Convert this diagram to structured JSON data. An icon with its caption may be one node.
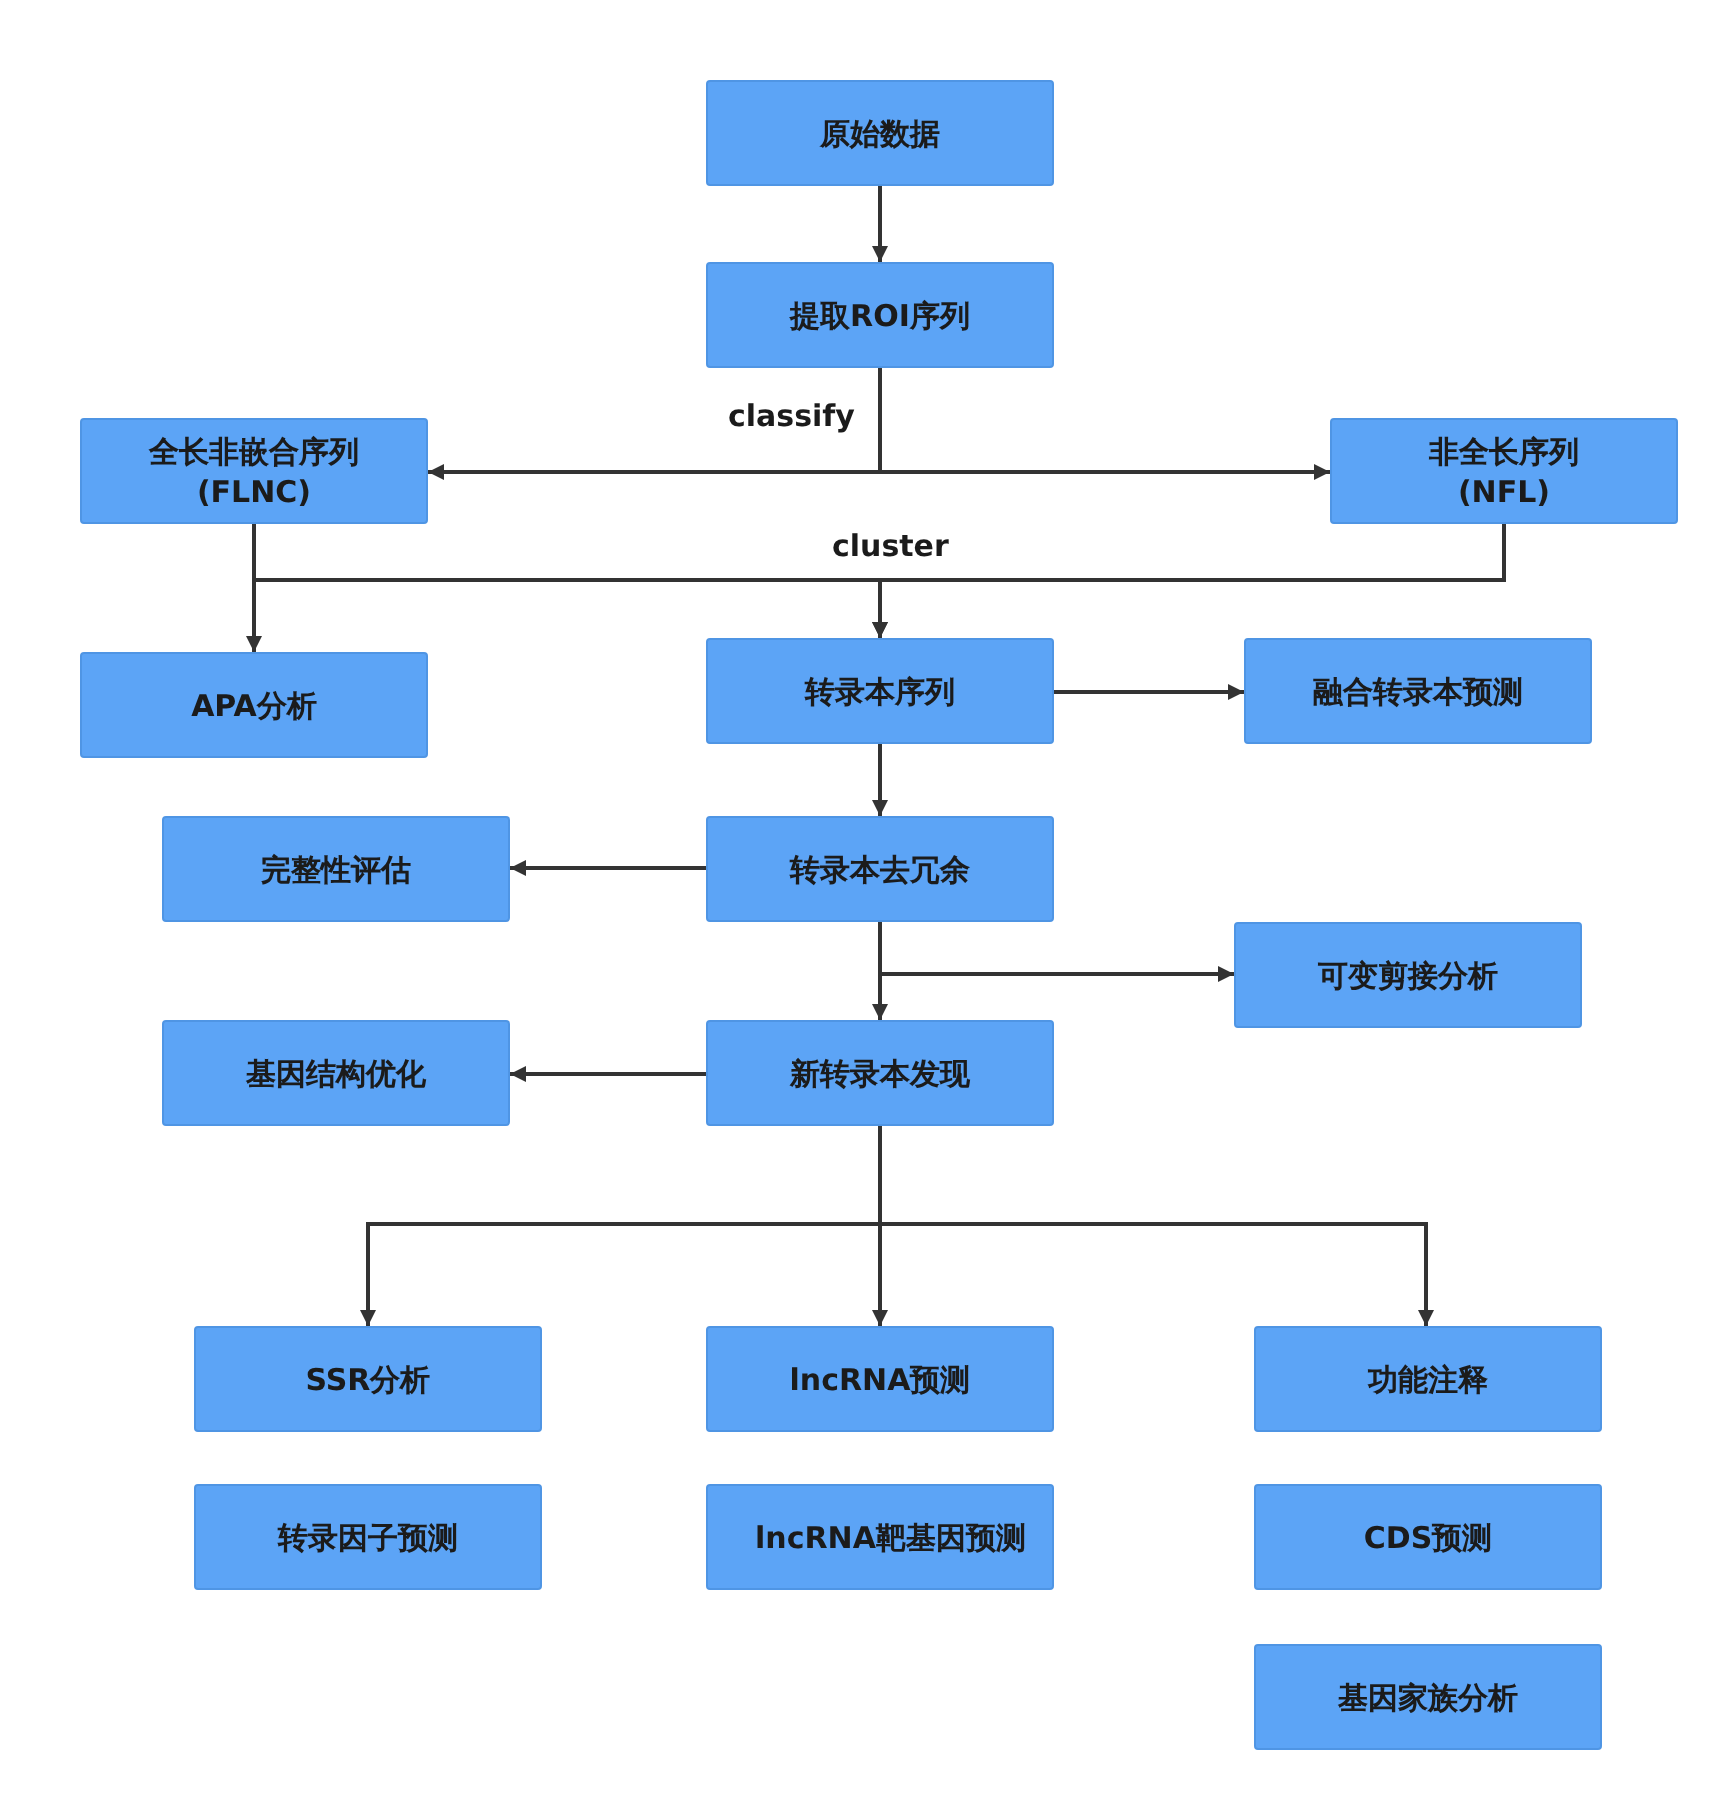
{
  "diagram": {
    "nodes": [
      {
        "text": [
          "原始数据"
        ]
      },
      {
        "text": [
          "提取ROI序列"
        ]
      },
      {
        "text": [
          "全长非嵌合序列 (FLNC)"
        ]
      },
      {
        "text": [
          "非全长序列 (NFL)"
        ]
      },
      {
        "text": [
          "APA分析"
        ]
      },
      {
        "text": [
          "转录本序列"
        ]
      },
      {
        "text": [
          "融合转录本预测"
        ]
      },
      {
        "text": [
          "完整性评估"
        ]
      },
      {
        "text": [
          "转录本去冗余"
        ]
      },
      {
        "text": [
          "可变剪接分析"
        ]
      },
      {
        "text": [
          "基因结构优化"
        ]
      },
      {
        "text": [
          "新转录本发现"
        ]
      },
      {
        "text": [
          "SSR分析"
        ]
      },
      {
        "text": [
          "lncRNA预测"
        ]
      },
      {
        "text": [
          "功能注释"
        ]
      },
      {
        "text": [
          "转录因子预测"
        ]
      },
      {
        "text": [
          "lncRNA靶基因预测"
        ]
      },
      {
        "text": [
          "CDS预测"
        ]
      },
      {
        "text": [
          "基因家族分析"
        ]
      }
    ],
    "edges": [
      {
        "from": 0,
        "to": 1,
        "arrow": "to"
      },
      {
        "from": 1,
        "to": 2,
        "arrow": "to",
        "label": "classify"
      },
      {
        "from": 1,
        "to": 3,
        "arrow": "to"
      },
      {
        "from": 2,
        "to": 4,
        "arrow": "to"
      },
      {
        "from": 2,
        "to": 5,
        "arrow": "to",
        "label": "cluster"
      },
      {
        "from": 3,
        "to": 5,
        "arrow": "to"
      },
      {
        "from": 5,
        "to": 6,
        "arrow": "to"
      },
      {
        "from": 5,
        "to": 8,
        "arrow": "to"
      },
      {
        "from": 8,
        "to": 7,
        "arrow": "to"
      },
      {
        "from": 8,
        "to": 11,
        "arrow": "to"
      },
      {
        "from": 8,
        "to": 9,
        "arrow": "to"
      },
      {
        "from": 11,
        "to": 10,
        "arrow": "to"
      },
      {
        "from": 11,
        "to": 12,
        "arrow": "to"
      },
      {
        "from": 11,
        "to": 13,
        "arrow": "to"
      },
      {
        "from": 11,
        "to": 14,
        "arrow": "to"
      }
    ]
  }
}
